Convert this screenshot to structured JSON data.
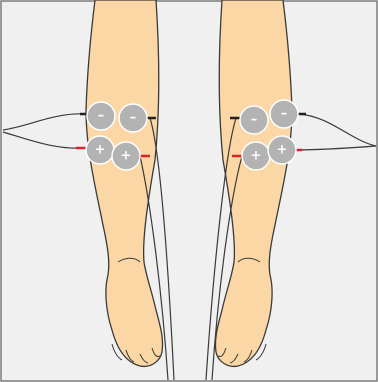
{
  "diagram": {
    "colors": {
      "background": "#f0f0f0",
      "border": "#7a7a7a",
      "skin": "#fad7a4",
      "skin_outline": "#3a3a3a",
      "pad": "#b3b3b3",
      "pad_outline": "#ffffff",
      "wire": "#3a3a3a",
      "wire_negative_tip": "#222222",
      "wire_positive_tip": "#d9232e"
    },
    "legs": [
      {
        "side": "left",
        "pads": [
          {
            "polarity": "negative",
            "symbol": "–"
          },
          {
            "polarity": "negative",
            "symbol": "–"
          },
          {
            "polarity": "positive",
            "symbol": "+"
          },
          {
            "polarity": "positive",
            "symbol": "+"
          }
        ]
      },
      {
        "side": "right",
        "pads": [
          {
            "polarity": "negative",
            "symbol": "–"
          },
          {
            "polarity": "negative",
            "symbol": "–"
          },
          {
            "polarity": "positive",
            "symbol": "+"
          },
          {
            "polarity": "positive",
            "symbol": "+"
          }
        ]
      }
    ],
    "icons": [
      "electrode-pad-icon",
      "lead-wire-icon",
      "leg-outline-icon"
    ]
  }
}
